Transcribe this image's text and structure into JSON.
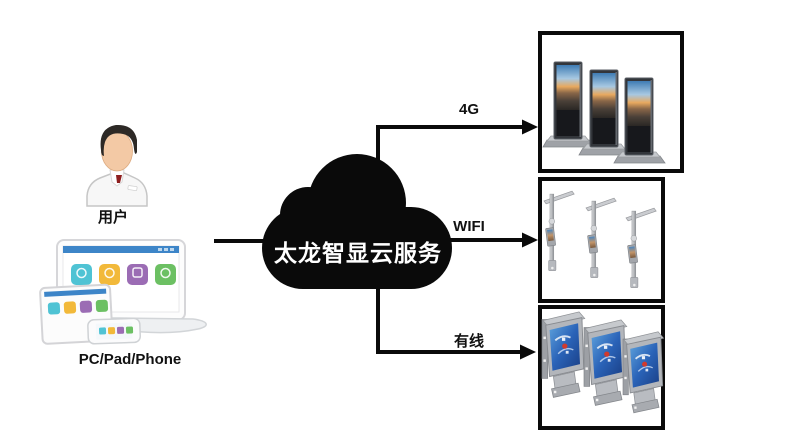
{
  "user": {
    "label": "用户",
    "icon": "user-person-icon"
  },
  "devices": {
    "label": "PC/Pad/Phone",
    "icon": "pc-pad-phone-icon"
  },
  "cloud": {
    "label": "太龙智显云服务",
    "icon": "cloud-icon",
    "fill": "#0a0a0a",
    "text_color": "#ffffff"
  },
  "connections": {
    "cellular": {
      "label": "4G"
    },
    "wifi": {
      "label": "WIFI"
    },
    "wired": {
      "label": "有线"
    }
  },
  "endpoints": {
    "kiosks": {
      "icon": "floor-standing-display-icon",
      "count": 3
    },
    "light_poles": {
      "icon": "smart-light-pole-display-icon",
      "count": 3
    },
    "mounted_displays": {
      "icon": "outdoor-mounted-display-icon",
      "count": 3
    }
  },
  "colors": {
    "diagram_ink": "#0a0a0a",
    "laptop_bar_blue": "#3d85c8",
    "app_teal": "#4fc3d4",
    "app_yellow": "#f2b93a",
    "app_purple": "#9b6cb4",
    "app_green": "#6cc063",
    "kiosk_sky_blue": "#3f7cb4",
    "kiosk_sunset_orange": "#e8a95f",
    "metal_gray": "#b3b6bb",
    "poster_blue": "#2a63b8"
  }
}
